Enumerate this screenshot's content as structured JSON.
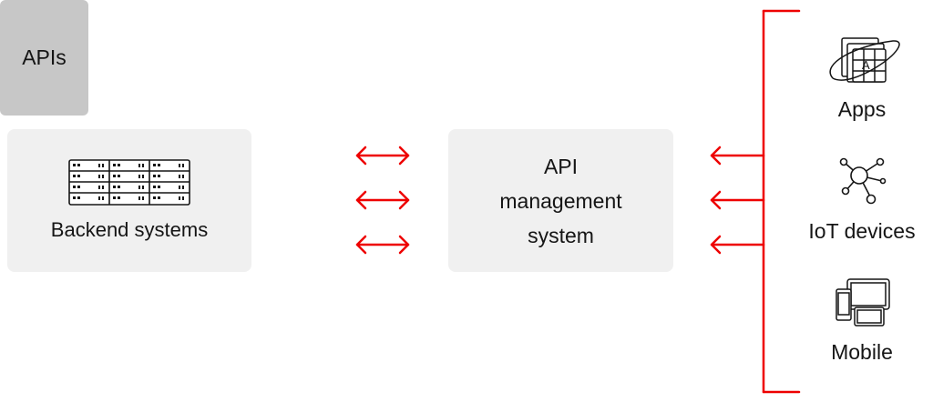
{
  "backend": {
    "label": "Backend systems"
  },
  "apis": {
    "label": "APIs"
  },
  "api_management": {
    "lines": [
      "API",
      "management",
      "system"
    ]
  },
  "clients": [
    {
      "label": "Apps",
      "icon": "apps-icon"
    },
    {
      "label": "IoT devices",
      "icon": "iot-devices-icon"
    },
    {
      "label": "Mobile",
      "icon": "mobile-devices-icon"
    }
  ],
  "colors": {
    "arrow": "#ee0000",
    "box": "#f0f0f0",
    "apis_box": "#c7c7c7",
    "text": "#151515"
  }
}
